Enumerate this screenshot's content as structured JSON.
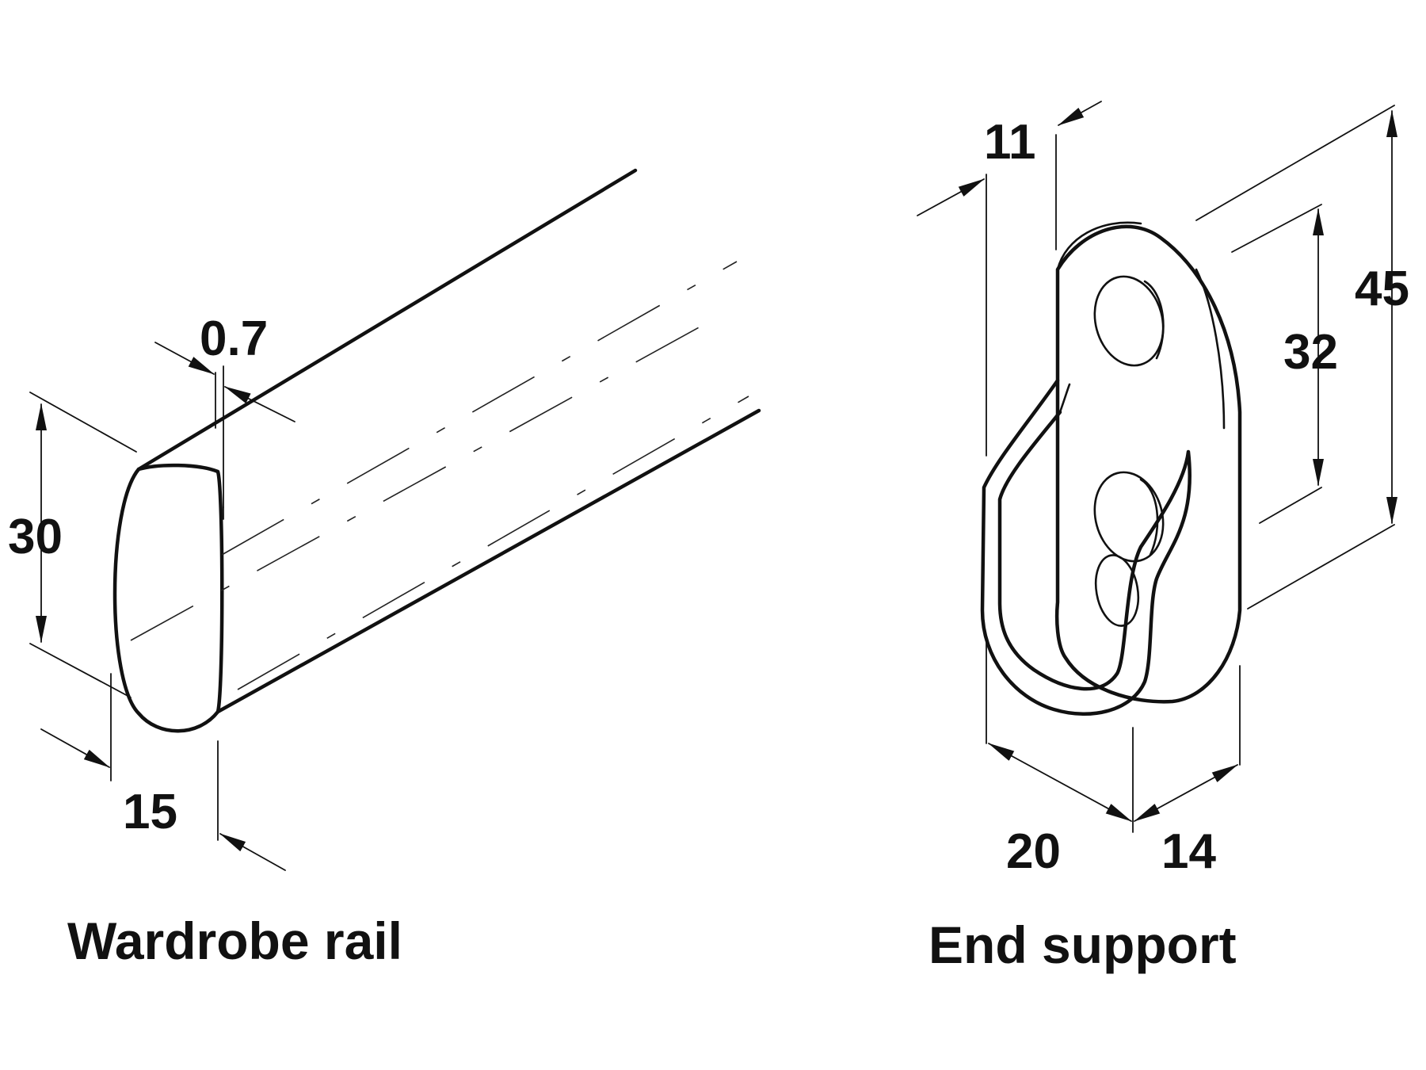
{
  "diagram": {
    "rail": {
      "caption": "Wardrobe rail",
      "dimensions": {
        "height": "30",
        "width": "15",
        "wall_thickness": "0.7"
      }
    },
    "support": {
      "caption": "End support",
      "dimensions": {
        "depth": "11",
        "hole_spacing": "32",
        "overall_height": "45",
        "base_width": "20",
        "side_width": "14"
      }
    }
  }
}
